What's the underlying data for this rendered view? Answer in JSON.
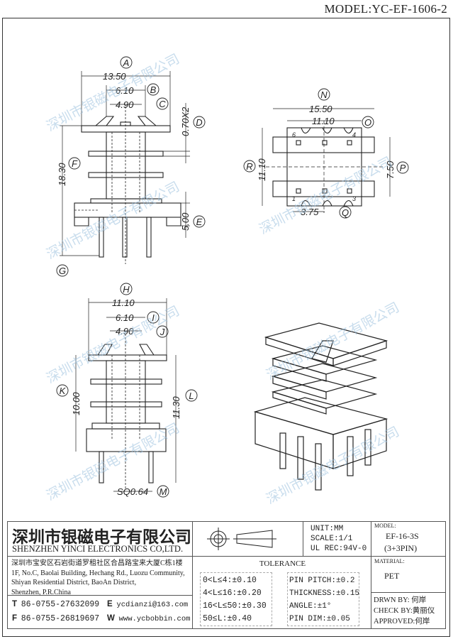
{
  "model_title": "MODEL:YC-EF-1606-2",
  "watermark": "深圳市银磁电子有限公司",
  "views": {
    "front": {
      "A": "A",
      "dim_A": "13.50",
      "B": "B",
      "dim_B": "6.10",
      "C": "C",
      "dim_C": "4.90",
      "D": "D",
      "dim_D": "0.70X2",
      "E": "E",
      "dim_E": "5.00",
      "F": "F",
      "dim_F": "18.30",
      "G": "G"
    },
    "top": {
      "N": "N",
      "dim_N": "15.50",
      "O": "O",
      "dim_O": "11.10",
      "R": "R",
      "dim_R": "11.10",
      "P": "P",
      "dim_P": "7.50",
      "Q": "Q",
      "dim_Q": "3.75",
      "pin_6": "6",
      "pin_4": "4",
      "pin_1": "1",
      "pin_3": "3"
    },
    "side": {
      "H": "H",
      "dim_H": "11.10",
      "I": "I",
      "dim_I": "6.10",
      "J": "J",
      "dim_J": "4.90",
      "K": "K",
      "dim_K": "10.00",
      "L": "L",
      "dim_L": "11.30",
      "M": "M",
      "dim_M": "SQ0.64"
    }
  },
  "title_block": {
    "company_cn": "深圳市银磁电子有限公司",
    "company_en": "SHENZHEN YINCI ELECTRONICS CO,LTD.",
    "address": [
      "深圳市宝安区石岩街道罗租社区合昌路宝来大厦C栋1楼",
      "1F, No.C, Baolai Building, Hechang Rd., Luozu Community,",
      "Shiyan Residential District, BaoAn District,",
      "Shenzhen, P.R.China"
    ],
    "contacts": [
      {
        "k": "T",
        "v": "86-0755-27632099"
      },
      {
        "k": "E",
        "v": "ycdianzi@163.com"
      },
      {
        "k": "F",
        "v": "86-0755-26819697"
      },
      {
        "k": "W",
        "v": "www.ycbobbin.com"
      }
    ],
    "unit": "UNIT:MM",
    "scale": "SCALE:1/1",
    "ul": "UL REC:94V-0",
    "tolerance_title": "TOLERANCE",
    "tol_left": [
      "0<L≤4:±0.10",
      "4<L≤16:±0.20",
      "16<L≤50:±0.30",
      "50≤L:±0.40"
    ],
    "tol_right": [
      "PIN PITCH:±0.2",
      "THICKNESS:±0.15",
      "ANGLE:±1°",
      "PIN DIM:±0.05"
    ],
    "model_label": "MODEL:",
    "model": "EF-16-3S",
    "model_pins": "(3+3PIN)",
    "material_label": "MATERIAL:",
    "material": "PET",
    "drawn": "DRWN BY: 何岸",
    "check": "CHECK BY:黄丽仪",
    "approved": "APPROVED:何岸"
  }
}
